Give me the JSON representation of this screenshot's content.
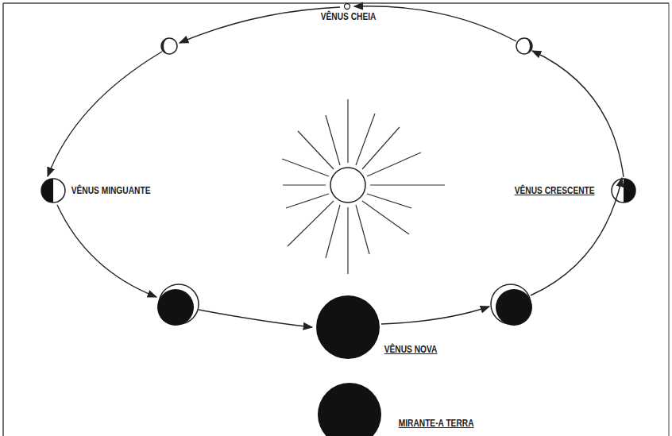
{
  "diagram": {
    "labels": [
      "VÊNUS CHEIA",
      "VÊNUS MINGUANTE",
      "VÊNUS CRESCENTE",
      "VÊNUS NOVA",
      "MIRANTE-A TERRA"
    ]
  }
}
